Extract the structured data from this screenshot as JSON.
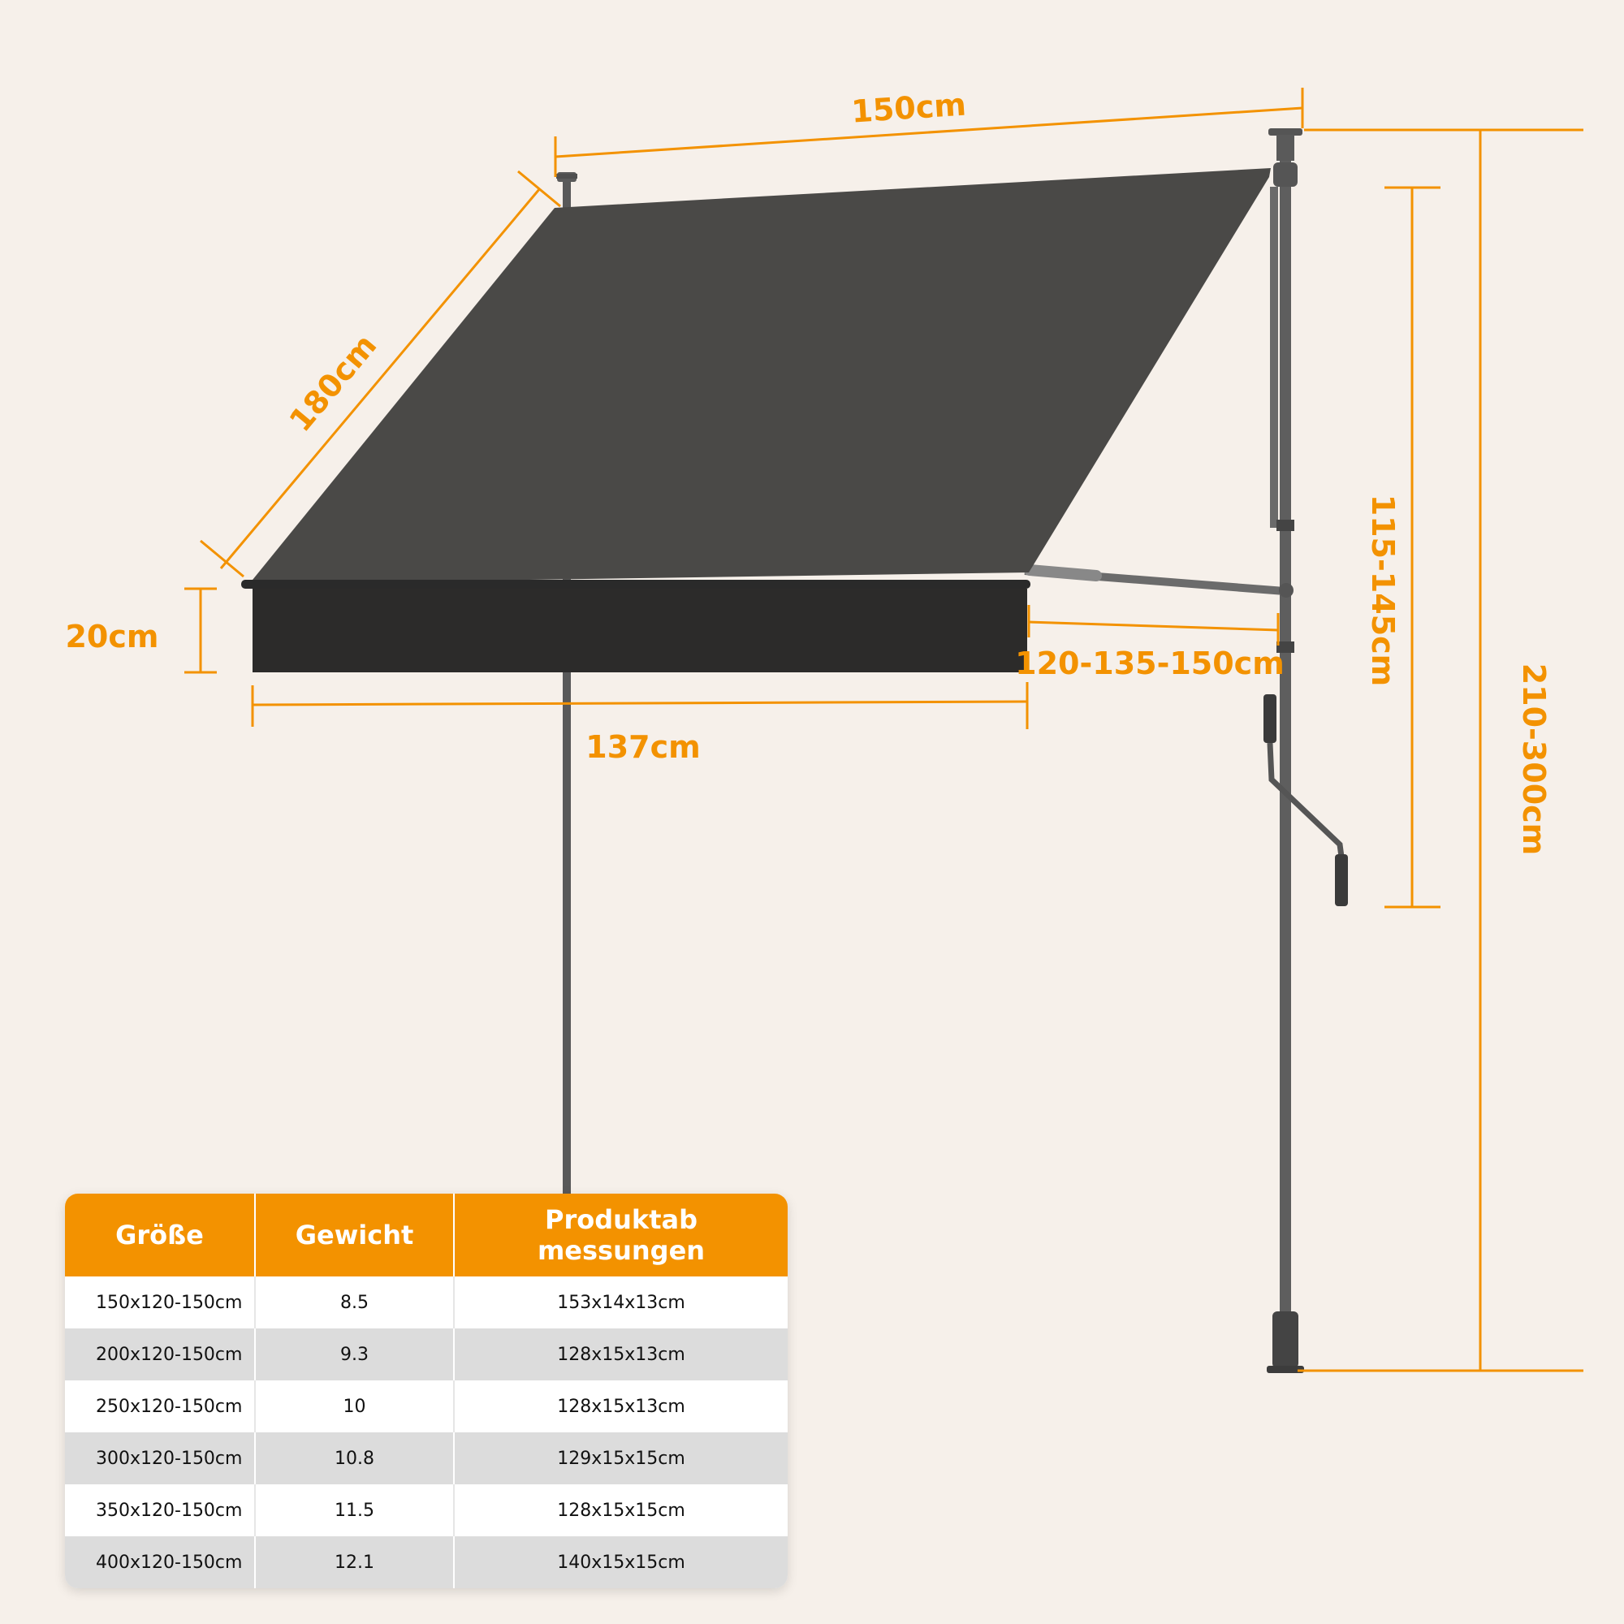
{
  "dimensions": {
    "width_top": "150cm",
    "depth": "180cm",
    "valance_height": "20cm",
    "width_front": "137cm",
    "arm_extension": "120-135-150cm",
    "arm_height_range": "115-145cm",
    "total_height_range": "210-300cm"
  },
  "colors": {
    "accent": "#f39200",
    "background": "#f6f0ea",
    "fabric": "#4a4947",
    "valance": "#2c2b2a",
    "pole": "#5e5e5e"
  },
  "table": {
    "headers": [
      "Größe",
      "Gewicht",
      "Produktab messungen"
    ],
    "rows": [
      [
        "150x120-150cm",
        "8.5",
        "153x14x13cm"
      ],
      [
        "200x120-150cm",
        "9.3",
        "128x15x13cm"
      ],
      [
        "250x120-150cm",
        "10",
        "128x15x13cm"
      ],
      [
        "300x120-150cm",
        "10.8",
        "129x15x15cm"
      ],
      [
        "350x120-150cm",
        "11.5",
        "128x15x15cm"
      ],
      [
        "400x120-150cm",
        "12.1",
        "140x15x15cm"
      ]
    ]
  }
}
